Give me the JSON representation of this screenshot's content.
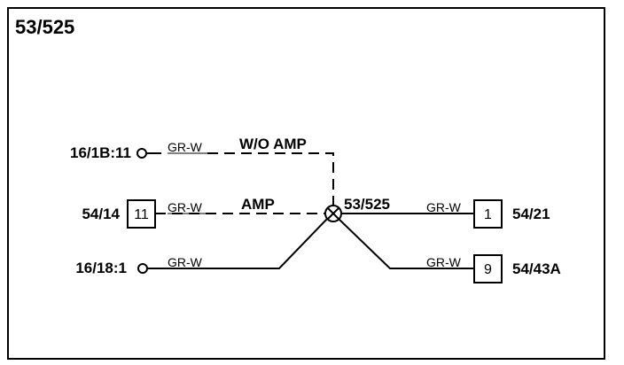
{
  "title": "53/525",
  "splice": {
    "label": "53/525"
  },
  "options": {
    "without_amp": "W/O AMP",
    "with_amp": "AMP"
  },
  "left_connections": [
    {
      "label": "16/1B:11",
      "wire": "GR-W"
    },
    {
      "label": "54/14",
      "pin": "11",
      "wire": "GR-W"
    },
    {
      "label": "16/18:1",
      "wire": "GR-W"
    }
  ],
  "right_connections": [
    {
      "label": "54/21",
      "pin": "1",
      "wire": "GR-W"
    },
    {
      "label": "54/43A",
      "pin": "9",
      "wire": "GR-W"
    }
  ]
}
